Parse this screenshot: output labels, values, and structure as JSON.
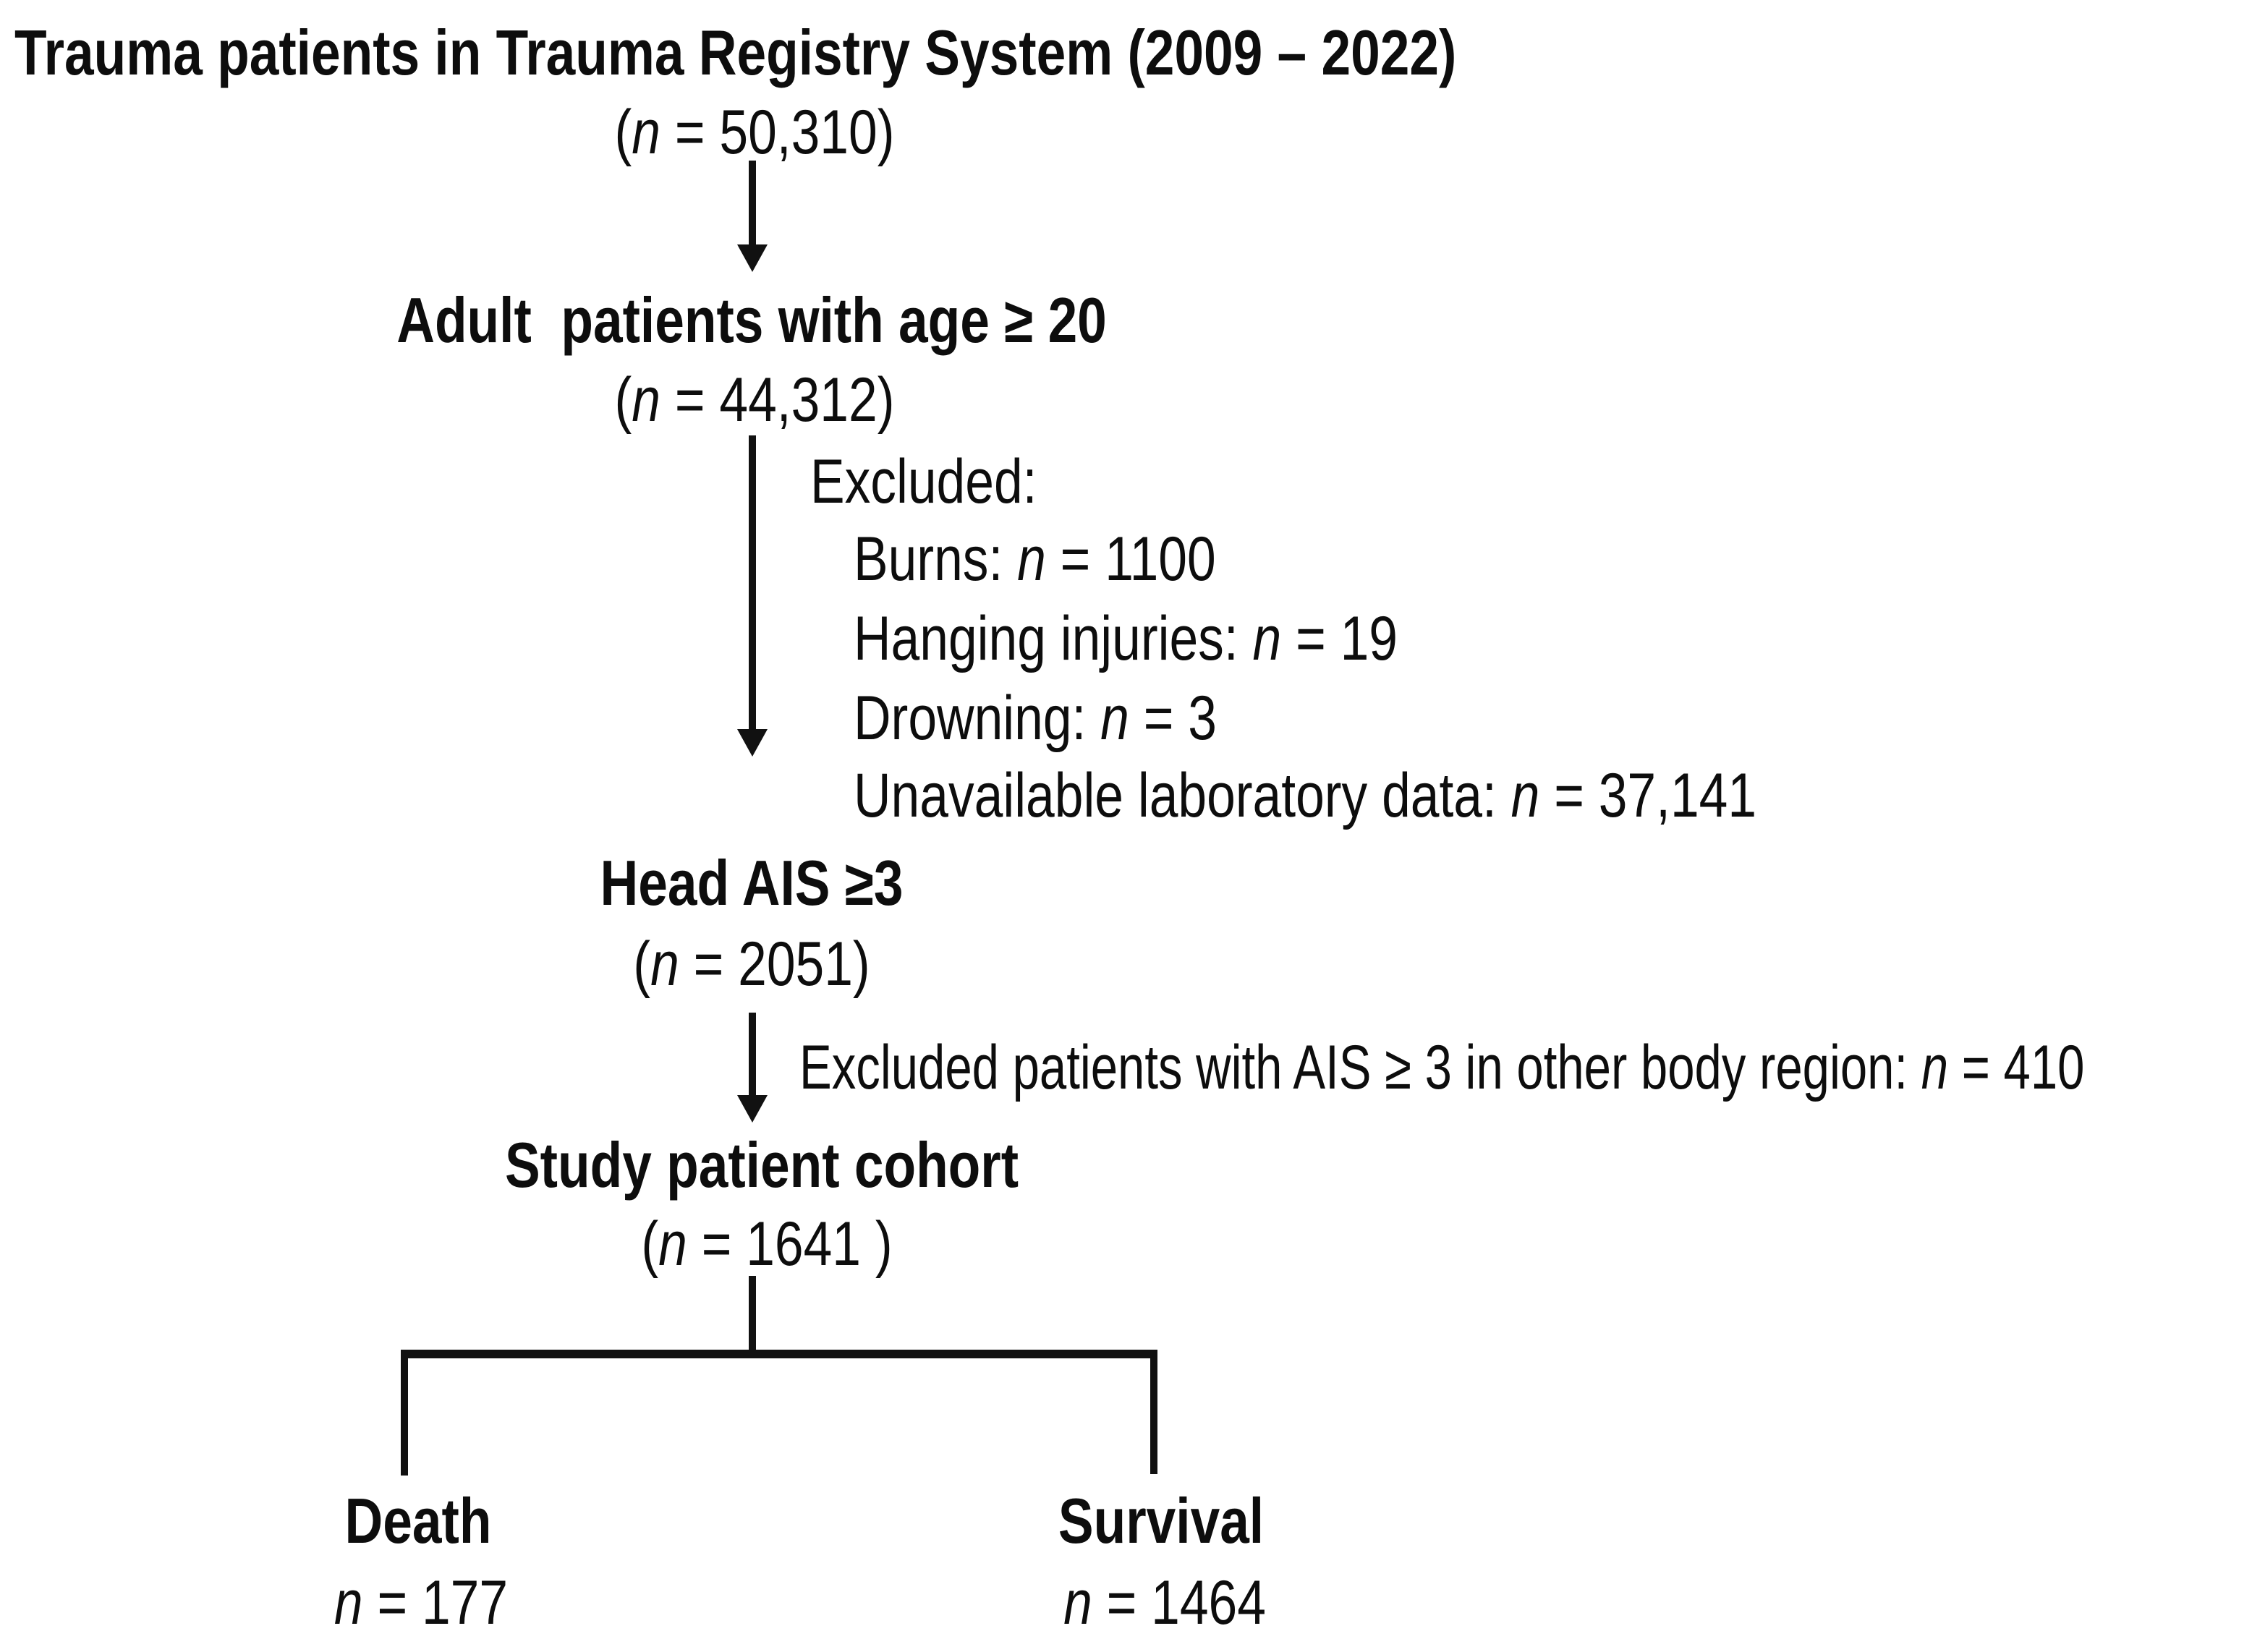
{
  "flowchart": {
    "colors": {
      "text": "#0d0d0d",
      "line": "#111111",
      "background": "#ffffff"
    },
    "registry": {
      "title": "Trauma patients in Trauma Registry System (2009 – 2022)",
      "count": {
        "open": "(",
        "var": "n",
        "rest": " = 50,310)"
      }
    },
    "adult": {
      "label": "Adult  patients with age ≥ 20",
      "count": {
        "open": "(",
        "var": "n",
        "rest": " = 44,312)"
      }
    },
    "exclusions1": {
      "header": "Excluded:",
      "items": [
        {
          "label": "Burns: ",
          "var": "n",
          "rest": " = 1100"
        },
        {
          "label": "Hanging injuries: ",
          "var": "n",
          "rest": " = 19"
        },
        {
          "label": "Drowning: ",
          "var": "n",
          "rest": " = 3"
        },
        {
          "label": "Unavailable laboratory data: ",
          "var": "n",
          "rest": " = 37,141"
        }
      ]
    },
    "head_ais": {
      "label": "Head AIS ≥3",
      "count": {
        "open": "(",
        "var": "n",
        "rest": " = 2051)"
      }
    },
    "exclusion2": {
      "label": "Excluded patients with AIS ≥ 3 in other body region: ",
      "var": "n",
      "rest": " = 410"
    },
    "cohort": {
      "label": "Study patient cohort",
      "count": {
        "open": "(",
        "var": "n",
        "rest": " = 1641 )"
      }
    },
    "outcomes": [
      {
        "label": "Death",
        "count": {
          "var": "n",
          "rest": " = 177"
        }
      },
      {
        "label": "Survival",
        "count": {
          "var": "n",
          "rest": " = 1464"
        }
      }
    ]
  }
}
